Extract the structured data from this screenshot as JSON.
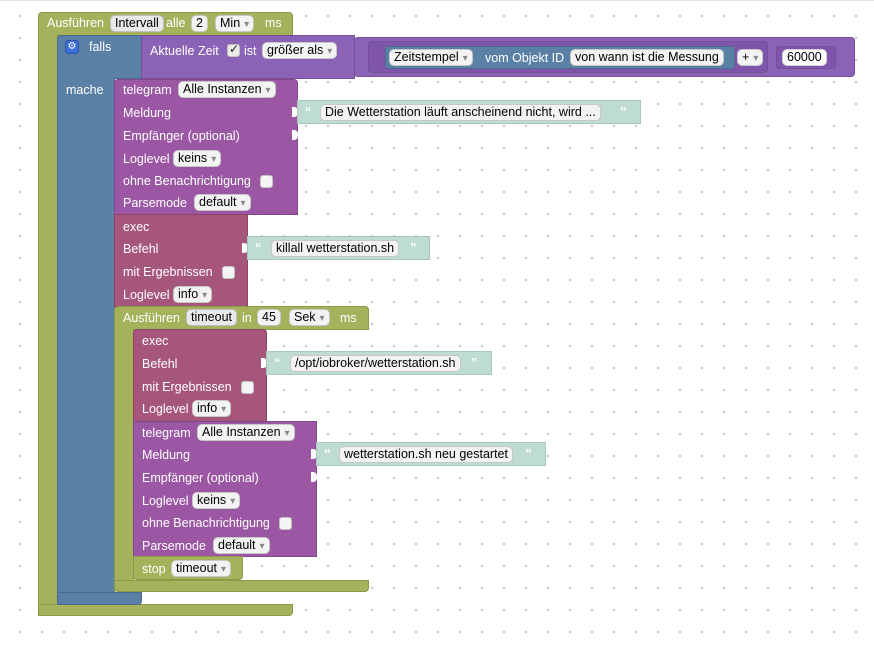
{
  "interval": {
    "label_run": "Ausführen",
    "mode": "Intervall",
    "label_every": "alle",
    "value": "2",
    "unit": "Min",
    "label_ms": "ms"
  },
  "if_block": {
    "label_if": "falls",
    "label_do": "mache"
  },
  "condition": {
    "label_time": "Aktuelle Zeit",
    "label_is": "ist",
    "operator": "größer als"
  },
  "math": {
    "label_timestamp": "Zeitstempel",
    "label_of_object": "vom Objekt ID",
    "object_id": "von wann ist die Messung",
    "op": "+",
    "number": "60000"
  },
  "telegram1": {
    "label": "telegram",
    "instance": "Alle Instanzen",
    "label_message": "Meldung",
    "message": "Die Wetterstation läuft anscheinend nicht, wird ...",
    "label_recipient": "Empfänger (optional)",
    "label_loglevel": "Loglevel",
    "loglevel": "keins",
    "label_no_notify": "ohne Benachrichtigung",
    "label_parsemode": "Parsemode",
    "parsemode": "default"
  },
  "exec1": {
    "label": "exec",
    "label_command": "Befehl",
    "command": "killall wetterstation.sh",
    "label_results": "mit Ergebnissen",
    "label_loglevel": "Loglevel",
    "loglevel": "info"
  },
  "timeout": {
    "label_run": "Ausführen",
    "name": "timeout",
    "label_in": "in",
    "value": "45",
    "unit": "Sek",
    "label_ms": "ms"
  },
  "exec2": {
    "label": "exec",
    "label_command": "Befehl",
    "command": "/opt/iobroker/wetterstation.sh",
    "label_results": "mit Ergebnissen",
    "label_loglevel": "Loglevel",
    "loglevel": "info"
  },
  "telegram2": {
    "label": "telegram",
    "instance": "Alle Instanzen",
    "label_message": "Meldung",
    "message": "wetterstation.sh neu gestartet",
    "label_recipient": "Empfänger (optional)",
    "label_loglevel": "Loglevel",
    "loglevel": "keins",
    "label_no_notify": "ohne Benachrichtigung",
    "label_parsemode": "Parsemode",
    "parsemode": "default"
  },
  "stop": {
    "label": "stop",
    "name": "timeout"
  },
  "colors": {
    "green": "#a6b15c",
    "blue": "#5b80a5",
    "purple": "#9b57a3",
    "mauve": "#a5567a",
    "violet": "#8b63b6",
    "text_block": "#bfdcd2"
  },
  "icons": {
    "mutator": "gear-icon",
    "quote_open": "quote-open-icon",
    "quote_close": "quote-close-icon"
  }
}
